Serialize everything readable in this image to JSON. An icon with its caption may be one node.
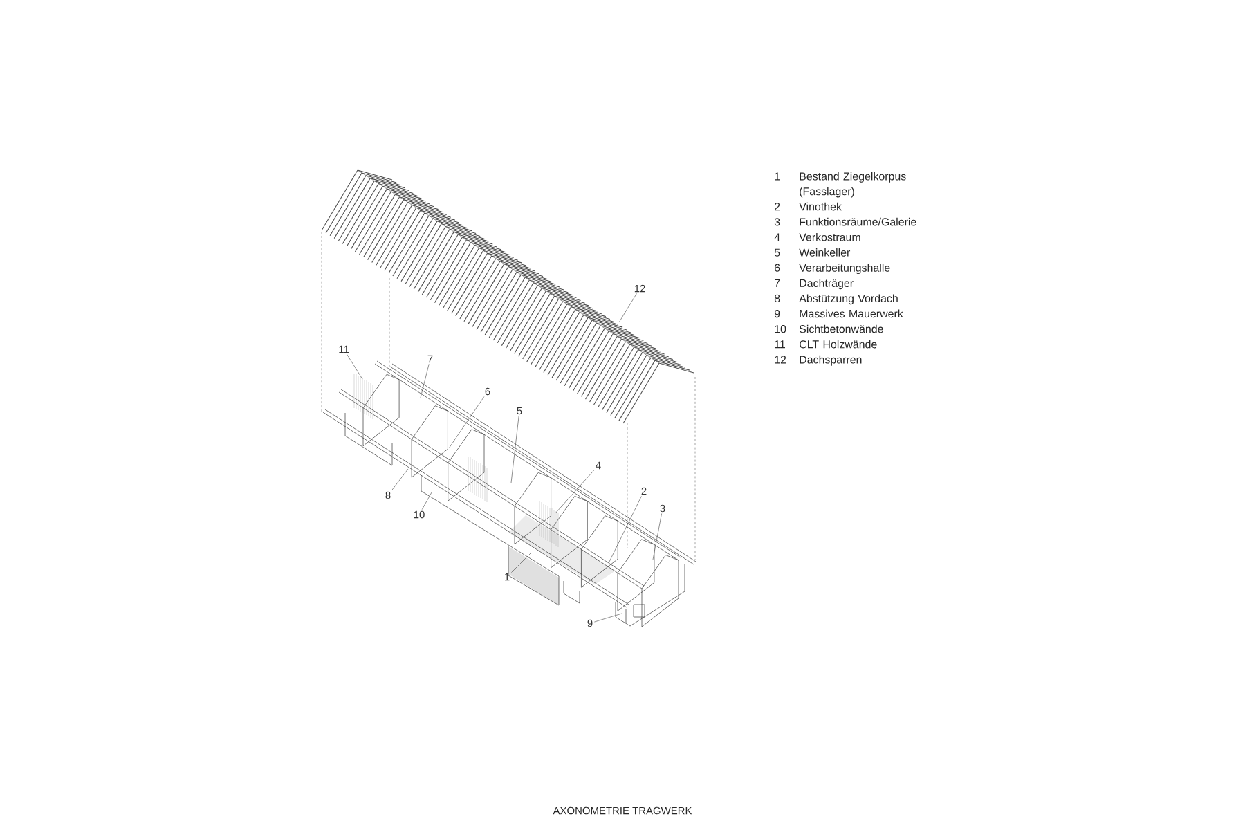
{
  "diagram": {
    "caption": "AXONOMETRIE TRAGWERK",
    "nodes": [
      {
        "text": [
          "12"
        ]
      },
      {
        "text": [
          "11"
        ]
      },
      {
        "text": [
          "7"
        ]
      },
      {
        "text": [
          "6"
        ]
      },
      {
        "text": [
          "5"
        ]
      },
      {
        "text": [
          "4"
        ]
      },
      {
        "text": [
          "2"
        ]
      },
      {
        "text": [
          "3"
        ]
      },
      {
        "text": [
          "8"
        ]
      },
      {
        "text": [
          "10"
        ]
      },
      {
        "text": [
          "1"
        ]
      },
      {
        "text": [
          "9"
        ]
      }
    ],
    "edges": [
      {
        "from": 0,
        "to": null,
        "arrow": "none"
      },
      {
        "from": 1,
        "to": null,
        "arrow": "none"
      },
      {
        "from": 2,
        "to": null,
        "arrow": "none"
      },
      {
        "from": 3,
        "to": null,
        "arrow": "none"
      },
      {
        "from": 4,
        "to": null,
        "arrow": "none"
      },
      {
        "from": 5,
        "to": null,
        "arrow": "none"
      },
      {
        "from": 6,
        "to": null,
        "arrow": "none"
      },
      {
        "from": 7,
        "to": null,
        "arrow": "none"
      },
      {
        "from": 8,
        "to": null,
        "arrow": "none"
      },
      {
        "from": 9,
        "to": null,
        "arrow": "none"
      },
      {
        "from": 10,
        "to": null,
        "arrow": "none"
      },
      {
        "from": 11,
        "to": null,
        "arrow": "none"
      }
    ],
    "labels": [
      "1",
      "Bestand Ziegelkorpus (Fasslager)",
      "2",
      "Vinothek",
      "3",
      "Funktionsräume/Galerie",
      "4",
      "Verkostraum",
      "5",
      "Weinkeller",
      "6",
      "Verarbeitungshalle",
      "7",
      "Dachträger",
      "8",
      "Abstützung Vordach",
      "9",
      "Massives Mauerwerk",
      "10",
      "Sichtbetonwände",
      "11",
      "CLT Holzwände",
      "12",
      "Dachsparren"
    ]
  }
}
